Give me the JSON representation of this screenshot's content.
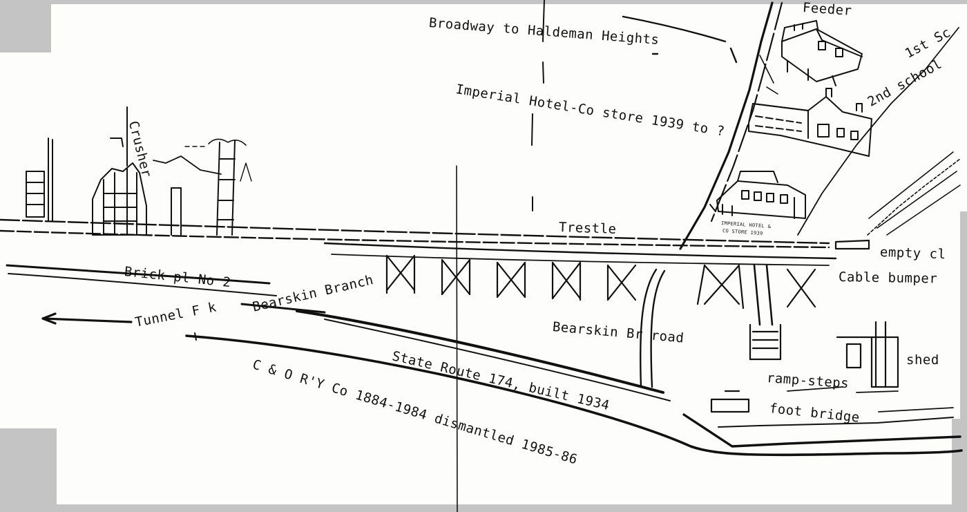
{
  "map": {
    "labels": {
      "broadway": "Broadway to Haldeman Heights",
      "feeder": "Feeder",
      "first_school": "1st Sc",
      "second_school": "2nd school",
      "imperial_hotel": "Imperial Hotel-Co store 1939 to ?",
      "hotel_caption_1": "IMPERIAL HOTEL &",
      "hotel_caption_2": "CO STORE 1939",
      "crusher": "Crusher",
      "trestle": "Trestle",
      "empty_cl": "empty cl",
      "cable_bumper": "Cable bumper",
      "brick_plant": "Brick pl   No 2",
      "bearskin_branch": "Bearskin Branch",
      "tunnel_fork": "Tunnel F  k",
      "bearskin_road": "Bearskin Br road",
      "shed": "shed",
      "ramp_steps": "ramp-steps",
      "foot_bridge": "foot bridge",
      "state_route": "State Route 174, built 1934",
      "railway": "C & O R'Y Co 1884-1984 dismantled 1985-86"
    },
    "colors": {
      "ink": "#111111",
      "paper": "#fdfdfb",
      "background": "#c4c4c4"
    }
  }
}
